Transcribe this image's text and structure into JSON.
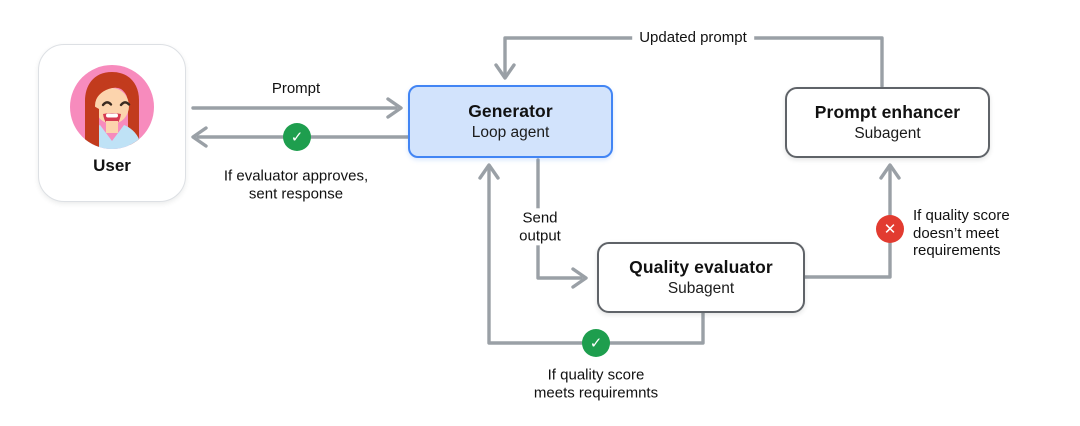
{
  "diagram": {
    "nodes": {
      "user": {
        "label": "User"
      },
      "generator": {
        "title": "Generator",
        "subtitle": "Loop agent"
      },
      "prompt_enhancer": {
        "title": "Prompt enhancer",
        "subtitle": "Subagent"
      },
      "quality_evaluator": {
        "title": "Quality evaluator",
        "subtitle": "Subagent"
      }
    },
    "edges": {
      "prompt": {
        "label": "Prompt"
      },
      "response": {
        "label": "If evaluator approves,\nsent response",
        "icon": "approve-check-icon"
      },
      "updated_prompt": {
        "label": "Updated prompt"
      },
      "send_output": {
        "label": "Send\noutput"
      },
      "meets": {
        "label": "If quality score\nmeets requiremnts",
        "icon": "approve-check-icon"
      },
      "doesnt_meet": {
        "label": "If quality score\ndoesn’t meet\nrequirements",
        "icon": "reject-x-icon"
      }
    },
    "icons": {
      "check": "✓",
      "x": "✕"
    },
    "colors": {
      "arrow": "#9aa0a6",
      "approve_green": "#1e9e4e",
      "reject_red": "#e23b30",
      "generator_fill": "#d2e3fc",
      "generator_border": "#4285f4",
      "box_border": "#5f6368"
    }
  }
}
